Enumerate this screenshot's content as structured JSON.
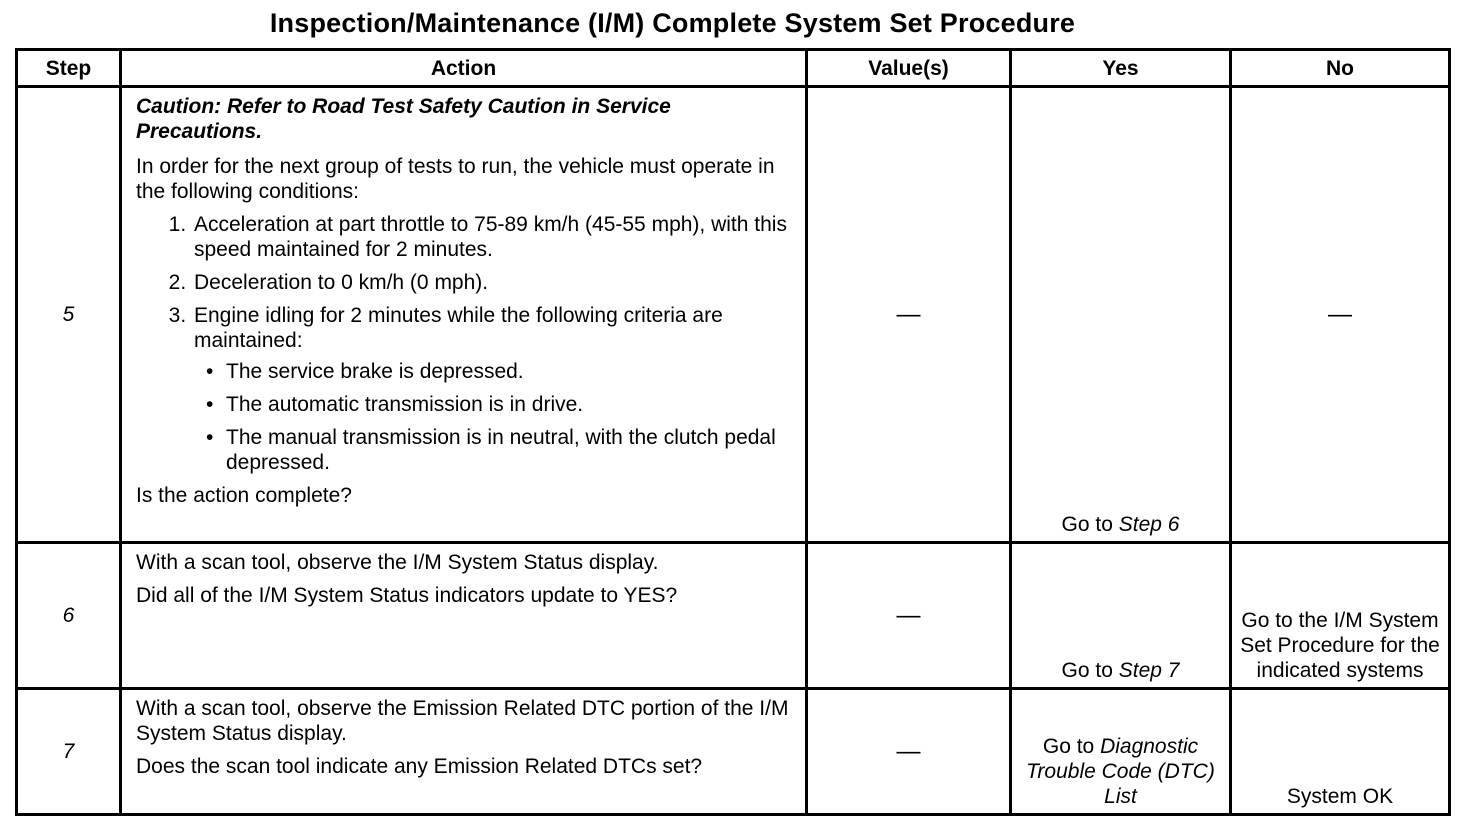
{
  "title": "Inspection/Maintenance (I/M) Complete System Set Procedure",
  "headers": {
    "step": "Step",
    "action": "Action",
    "values": "Value(s)",
    "yes": "Yes",
    "no": "No"
  },
  "rows": [
    {
      "step": "5",
      "caution": "Caution: Refer to Road Test Safety Caution in Service Precautions.",
      "intro": "In order for the next group of tests to run, the vehicle must operate in the following conditions:",
      "conditions": [
        "Acceleration at part throttle to 75-89 km/h (45-55 mph), with this speed maintained for 2 minutes.",
        "Deceleration to 0 km/h (0 mph).",
        "Engine idling for 2 minutes while the following criteria are maintained:"
      ],
      "criteria": [
        "The service brake is depressed.",
        "The automatic transmission is in drive.",
        "The manual transmission is in neutral, with the clutch pedal depressed."
      ],
      "question": "Is the action complete?",
      "value": "—",
      "yes_prefix": "Go to ",
      "yes_link": "Step 6",
      "no": "—"
    },
    {
      "step": "6",
      "instruction": "With a scan tool, observe the I/M System Status display.",
      "question": "Did all of the I/M System Status indicators update to YES?",
      "value": "—",
      "yes_prefix": "Go to ",
      "yes_link": "Step 7",
      "no": "Go to the I/M System Set Procedure for the indicated systems"
    },
    {
      "step": "7",
      "instruction": "With a scan tool, observe the Emission Related DTC portion of the I/M System Status display.",
      "question": "Does the scan tool indicate any Emission Related DTCs set?",
      "value": "—",
      "yes_prefix": "Go to ",
      "yes_link": "Diagnostic Trouble Code (DTC) List",
      "no": "System OK"
    }
  ]
}
